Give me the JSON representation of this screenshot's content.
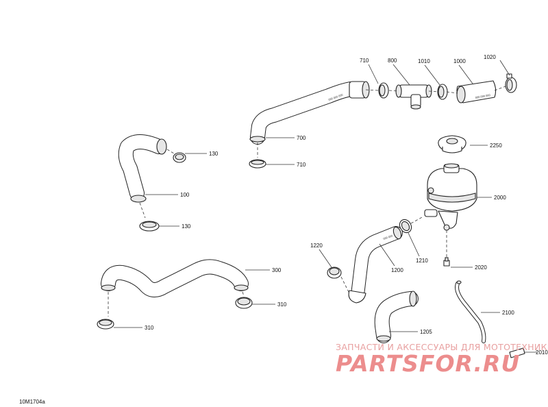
{
  "labels": {
    "l710a": "710",
    "l800": "800",
    "l1010": "1010",
    "l1000": "1000",
    "l1020": "1020",
    "l130a": "130",
    "l700": "700",
    "l710b": "710",
    "l2250": "2250",
    "l100": "100",
    "l2000": "2000",
    "l130b": "130",
    "l1220": "1220",
    "l1210": "1210",
    "l1200": "1200",
    "l2020": "2020",
    "l300": "300",
    "l310a": "310",
    "l2100": "2100",
    "l1205": "1205",
    "l310b": "310",
    "l2010": "2010"
  },
  "watermark": {
    "subtitle": "ЗАПЧАСТИ И АКСЕССУАРЫ ДЛЯ МОТОТЕХНИКИ",
    "brand": "PARTSFOR.RU"
  },
  "diagram_code": "10M1704a"
}
